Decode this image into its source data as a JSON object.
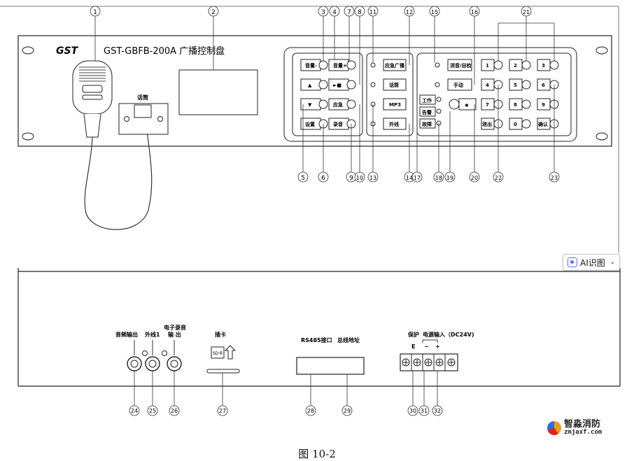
{
  "front_panel": {
    "brand": "GST",
    "model_title": "GST-GBFB-200A 广播控制盘",
    "mic_label": "话筒",
    "buttons_left": [
      "音量-",
      "音量+",
      "▲",
      "►■",
      "▼",
      "应急",
      "设置",
      "录音"
    ],
    "buttons_mid": [
      "应急广播",
      "话筒",
      "MP3",
      "外线"
    ],
    "status_labels": [
      "消音/自检",
      "手动",
      "工作",
      "告警",
      "故障"
    ],
    "keypad": [
      "1",
      "2",
      "3",
      "4",
      "5",
      "6",
      "7",
      "8",
      "9",
      "退出",
      "0",
      "确认",
      "✱"
    ]
  },
  "rear_panel": {
    "labels": [
      "音频输出",
      "外线1",
      "电子录音",
      "输 出",
      "插卡",
      "SD卡",
      "RS485接口",
      "总线地址",
      "保护",
      "E",
      "电源输入（DC24V)",
      "−",
      "+"
    ]
  },
  "callouts": [
    "1",
    "2",
    "3",
    "4",
    "5",
    "6",
    "7",
    "8",
    "9",
    "10",
    "11",
    "12",
    "13",
    "14",
    "15",
    "16",
    "17",
    "18",
    "19",
    "20",
    "21",
    "22",
    "23",
    "24",
    "25",
    "26",
    "27",
    "28",
    "29",
    "30",
    "31",
    "32"
  ],
  "overlay": {
    "ai_button": "AI识图"
  },
  "watermark": {
    "name": "智淼消防",
    "domain": "zmjaxf.com"
  },
  "caption": "图 10-2"
}
